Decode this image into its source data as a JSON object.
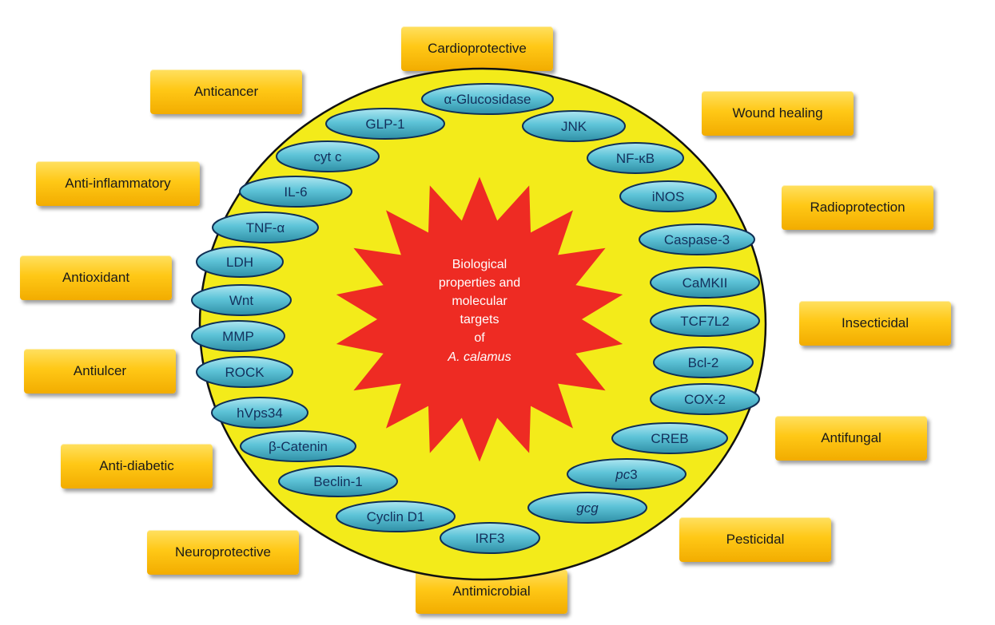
{
  "center": {
    "lines": [
      "Biological",
      "properties and",
      "molecular",
      "targets",
      "of"
    ],
    "species": "A. calamus"
  },
  "properties": [
    "Cardioprotective",
    "Anticancer",
    "Wound healing",
    "Anti-inflammatory",
    "Radioprotection",
    "Antioxidant",
    "Insecticidal",
    "Antiulcer",
    "Antifungal",
    "Anti-diabetic",
    "Neuroprotective",
    "Pesticidal",
    "Antimicrobial"
  ],
  "targets": [
    "α-Glucosidase",
    "GLP-1",
    "JNK",
    "cyt c",
    "NF-κB",
    "IL-6",
    "iNOS",
    "TNF-α",
    "Caspase-3",
    "LDH",
    "CaMKII",
    "Wnt",
    "TCF7L2",
    "MMP",
    "Bcl-2",
    "ROCK",
    "COX-2",
    "hVps34",
    "CREB",
    "β-Catenin",
    "pc3",
    "Beclin-1",
    "gcg",
    "Cyclin D1",
    "IRF3"
  ],
  "colors": {
    "outer_circle": "#f3eb1a",
    "starburst": "#ee2b23",
    "target_pill": "#5ec4d8",
    "property_box": "#ffc816"
  }
}
